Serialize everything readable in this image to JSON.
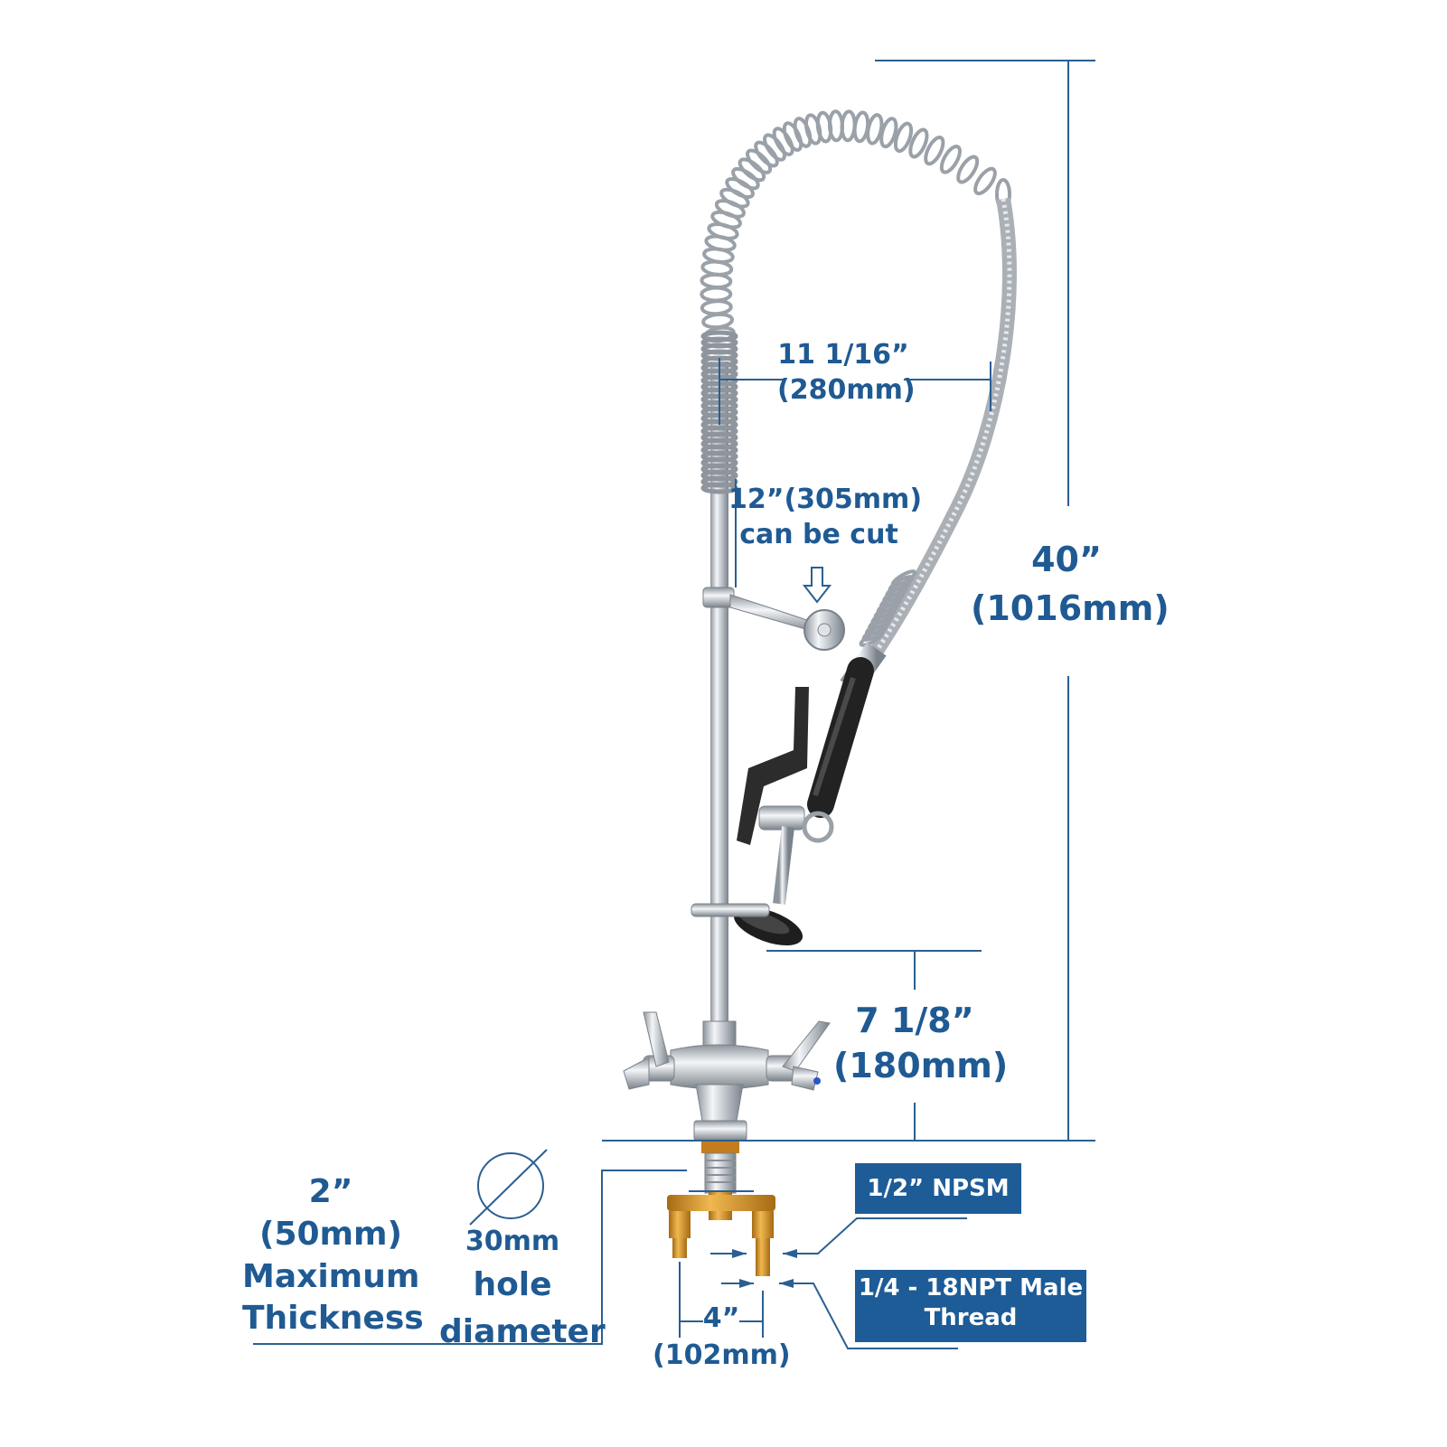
{
  "dimensions": {
    "spout_reach": {
      "line1": "11 1/16”",
      "line2": "(280mm)"
    },
    "cut_note": {
      "line1": "12”(305mm)",
      "line2": "can be cut"
    },
    "total_height": {
      "line1": "40”",
      "line2": "(1016mm)"
    },
    "spray_to_base": {
      "line1": "7 1/8”",
      "line2": "(180mm)"
    },
    "max_thickness": {
      "line1": "2”",
      "line2": "(50mm)",
      "line3": "Maximum",
      "line4": "Thickness"
    },
    "hole_diameter": {
      "line1": "30mm",
      "line2": "hole",
      "line3": "diameter"
    },
    "inlet_spacing": {
      "line1": "4”",
      "line2": "(102mm)"
    }
  },
  "callouts": {
    "npsm": "1/2” NPSM",
    "npt_line1": "1/4 - 18NPT Male",
    "npt_line2": "Thread"
  },
  "colors": {
    "dimension_line": "#2b5f92",
    "label_text": "#1f5a93",
    "callout_bg": "#1d5c97",
    "chrome": "#c9ced4",
    "brass": "#d4952b",
    "black_parts": "#2a2a2a",
    "background": "#ffffff"
  }
}
